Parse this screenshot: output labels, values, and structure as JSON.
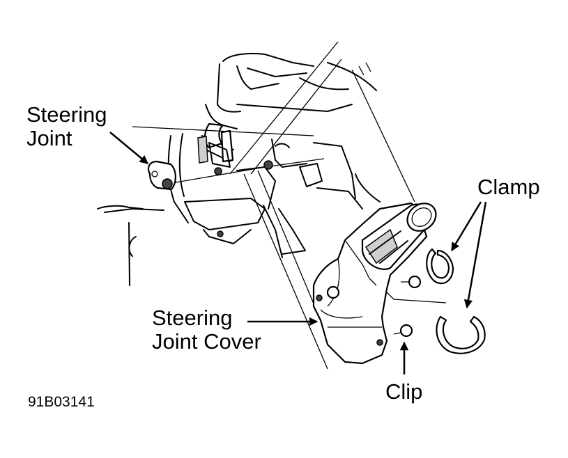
{
  "labels": {
    "steering_joint": [
      "Steering",
      "Joint"
    ],
    "clamp": "Clamp",
    "steering_joint_cover": [
      "Steering",
      "Joint Cover"
    ],
    "clip": "Clip"
  },
  "figure_code": "91B03141",
  "colors": {
    "ink": "#000000",
    "background": "#ffffff",
    "shading": "#cfcfcf"
  }
}
